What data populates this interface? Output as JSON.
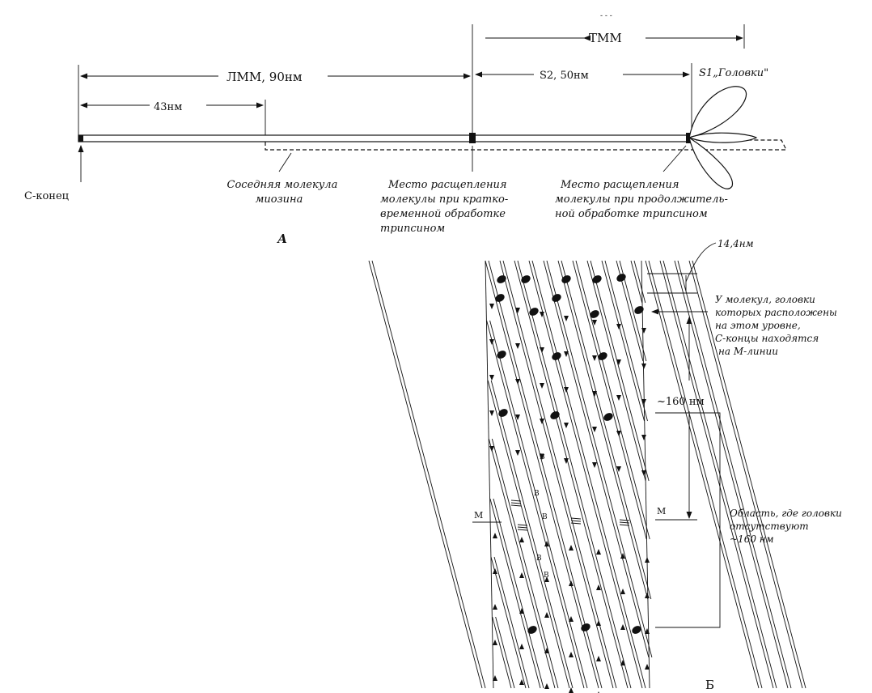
{
  "panel_a": {
    "label": "А",
    "lmm_label": "ЛММ, 90нм",
    "tmm_label": "ТММ",
    "s2_label": "S2, 50нм",
    "s1_label": "S1„Головки\"",
    "dim_43_label": "43нм",
    "c_end_label": "С-конец",
    "neighbor_label": [
      "Соседняя молекула",
      "миозина"
    ],
    "short_cleavage_label": [
      "Место расщепления",
      "молекулы при кратко-",
      "временной обработке",
      "трипсином"
    ],
    "long_cleavage_label": [
      "Место расщепления",
      "молекулы при продолжитель-",
      "ной обработке трипсином"
    ]
  },
  "panel_b": {
    "label": "Б",
    "spacing_label": "14,4нм",
    "level_note": [
      "У молекул, головки",
      "которых расположены",
      "на этом уровне,",
      "С-концы находятся",
      "на М-линии"
    ],
    "dist_label": "~160 нм",
    "bare_zone_label": [
      "Область, где головки",
      "отсутствуют",
      "~160 нм"
    ],
    "m_label_left": "М",
    "m_label_right": "М",
    "b_marks": [
      "В",
      "В",
      "В",
      "В",
      "В"
    ]
  }
}
